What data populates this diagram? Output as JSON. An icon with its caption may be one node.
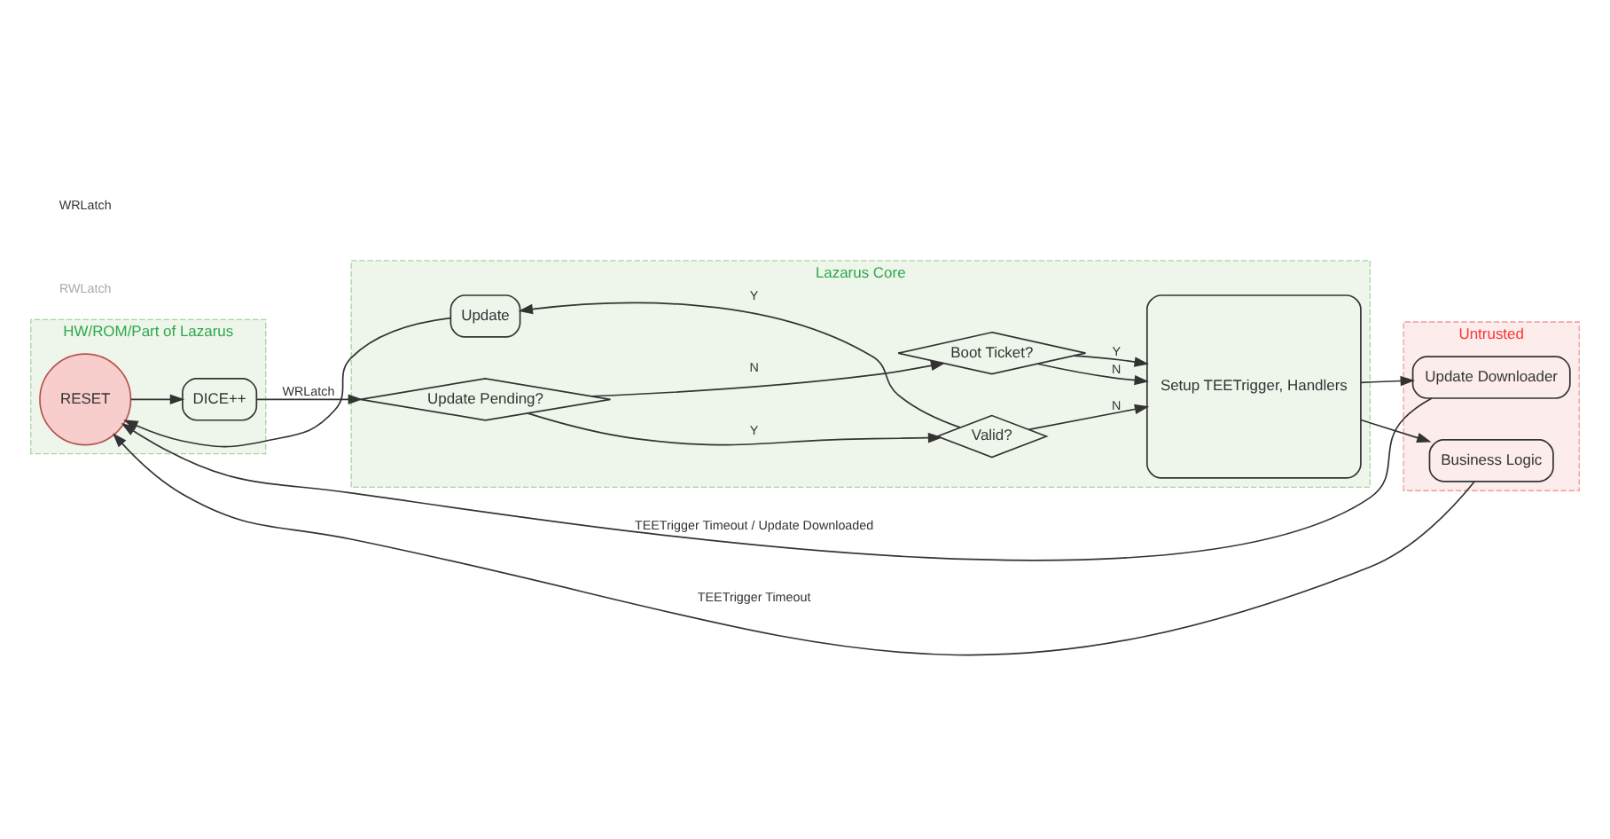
{
  "diagram": {
    "nodes": [
      {
        "text": [
          "HW/ROM/Part of Lazarus"
        ]
      },
      {
        "text": [
          "Lazarus Core"
        ]
      },
      {
        "text": [
          "Untrusted"
        ]
      },
      {
        "text": [
          "RESET"
        ],
        "in": 0
      },
      {
        "text": [
          "DICE++"
        ],
        "in": 0
      },
      {
        "text": [
          "Update"
        ],
        "in": 1
      },
      {
        "text": [
          "Valid?"
        ],
        "in": 1
      },
      {
        "text": [
          "Update Pending?"
        ],
        "in": 1
      },
      {
        "text": [
          "Boot Ticket?"
        ],
        "in": 1
      },
      {
        "text": [
          "Setup TEETrigger, Handlers"
        ],
        "in": 1
      },
      {
        "text": [
          "Update Downloader"
        ],
        "in": 2
      },
      {
        "text": [
          "Business Logic"
        ],
        "in": 2
      }
    ],
    "edges": [
      {
        "from": 3,
        "to": 4,
        "arrow": "to"
      },
      {
        "from": 4,
        "to": 7,
        "arrow": "to",
        "label": "WRLatch"
      },
      {
        "from": 7,
        "to": 6,
        "arrow": "to",
        "label": "Y"
      },
      {
        "from": 6,
        "to": 5,
        "arrow": "to",
        "label": "Y"
      },
      {
        "from": 5,
        "to": 3,
        "arrow": "to"
      },
      {
        "from": 7,
        "to": 8,
        "arrow": "to",
        "label": "N"
      },
      {
        "from": 6,
        "to": 9,
        "arrow": "to",
        "label": "N"
      },
      {
        "from": 8,
        "to": 9,
        "arrow": "to",
        "label": "N"
      },
      {
        "from": 8,
        "to": 9,
        "arrow": "to",
        "label": "Y"
      },
      {
        "from": 9,
        "to": 10,
        "arrow": "to"
      },
      {
        "from": 9,
        "to": 11,
        "arrow": "to"
      },
      {
        "from": 10,
        "to": 3,
        "arrow": "to",
        "label": "TEETrigger Timeout / Update Downloaded"
      },
      {
        "from": 11,
        "to": 3,
        "arrow": "to",
        "label": "TEETrigger Timeout"
      }
    ],
    "labels": [
      "RWLatch",
      "WRLatch"
    ]
  }
}
